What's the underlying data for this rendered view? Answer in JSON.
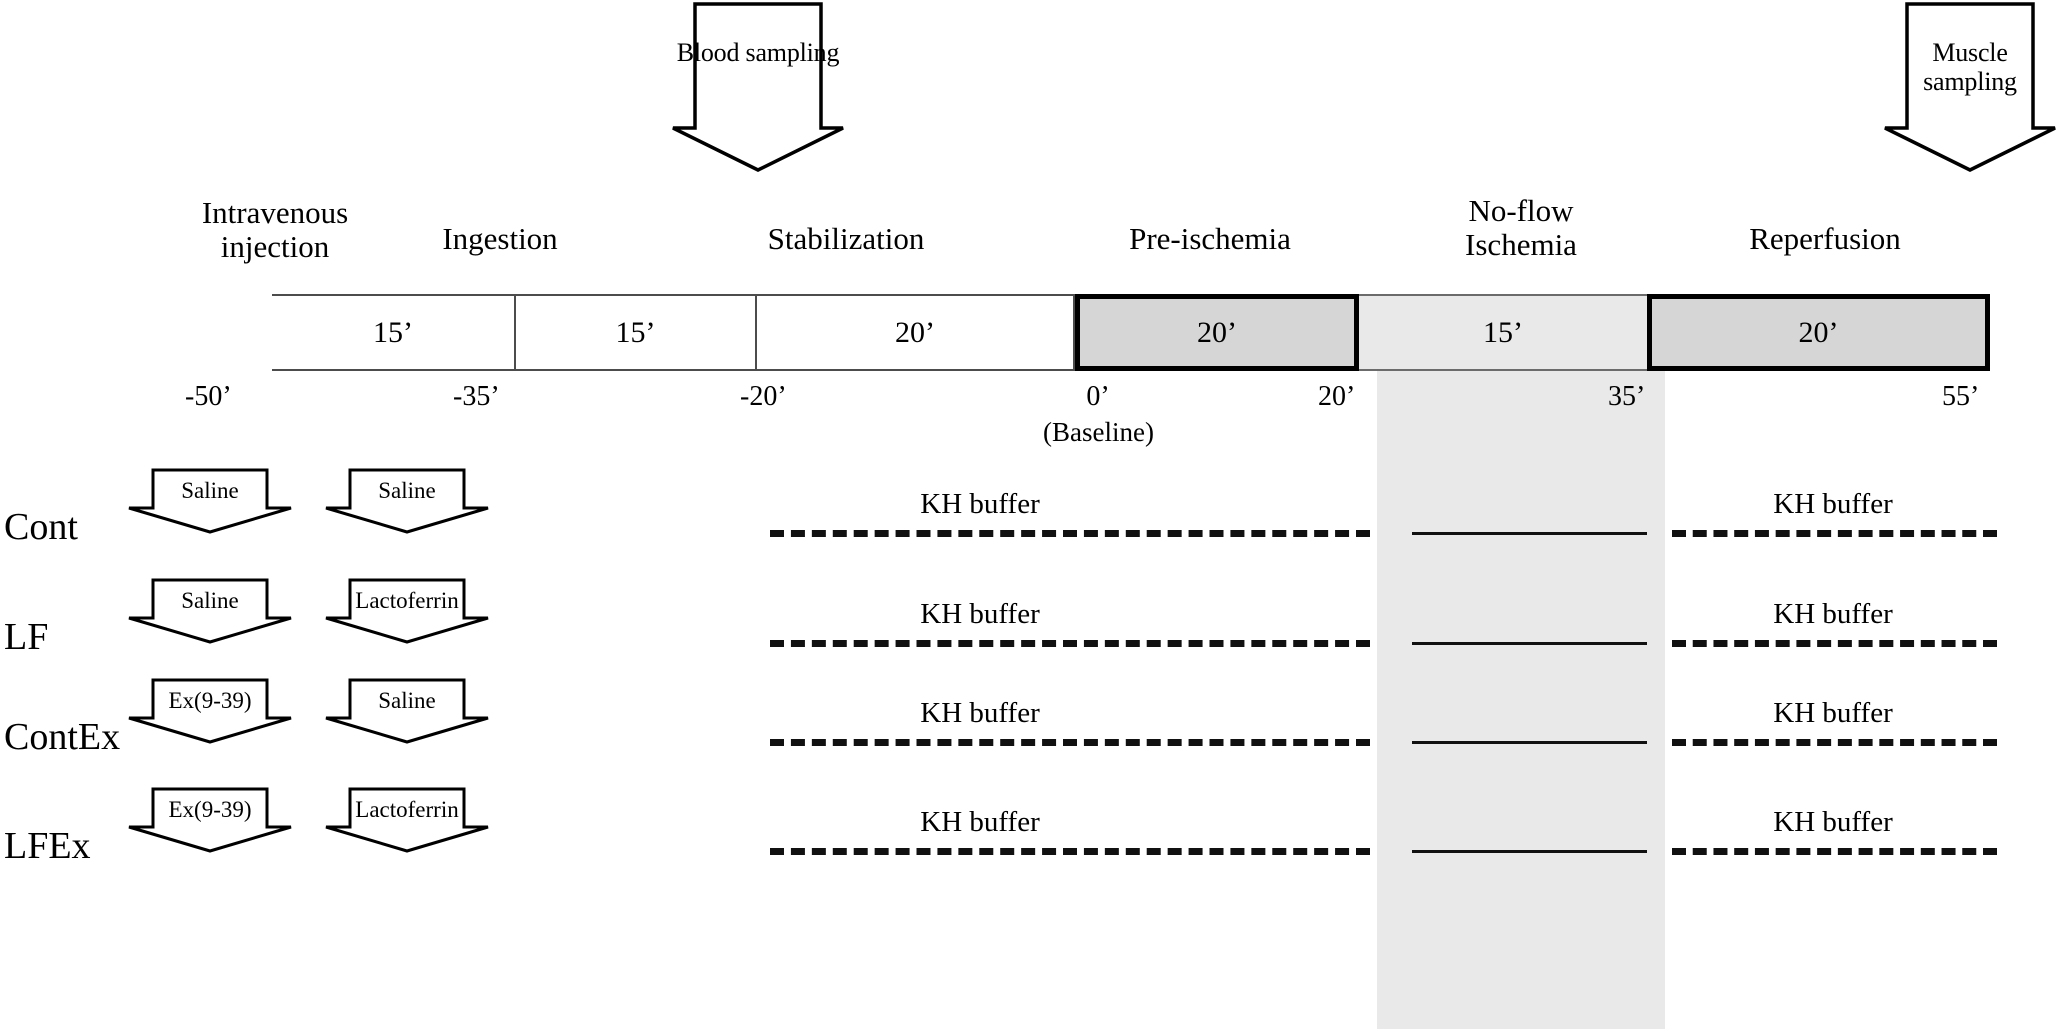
{
  "figure": {
    "title": "Experimental protocol timeline",
    "background_color": "#ffffff",
    "ischemia_band_color": "#e9e9e9"
  },
  "sampling_arrows": [
    {
      "name": "blood-sampling",
      "label": "Blood\nsampling"
    },
    {
      "name": "muscle-sampling",
      "label": "Muscle\nsampling"
    }
  ],
  "timeline": {
    "phases": [
      {
        "name": "intravenous-injection",
        "label": "Intravenous\ninjection",
        "duration": "15’",
        "style": "plain"
      },
      {
        "name": "ingestion",
        "label": "Ingestion",
        "duration": "15’",
        "style": "plain"
      },
      {
        "name": "stabilization",
        "label": "Stabilization",
        "duration": "20’",
        "style": "plain"
      },
      {
        "name": "pre-ischemia",
        "label": "Pre-ischemia",
        "duration": "20’",
        "style": "shade-dark"
      },
      {
        "name": "no-flow-ischemia",
        "label": "No-flow\nIschemia",
        "duration": "15’",
        "style": "shade-light"
      },
      {
        "name": "reperfusion",
        "label": "Reperfusion",
        "duration": "20’",
        "style": "shade-dark"
      }
    ],
    "ticks": [
      {
        "name": "tick-minus-50",
        "label": "-50’",
        "sub": ""
      },
      {
        "name": "tick-minus-35",
        "label": "-35’",
        "sub": ""
      },
      {
        "name": "tick-minus-20",
        "label": "-20’",
        "sub": ""
      },
      {
        "name": "tick-0",
        "label": "0’",
        "sub": "(Baseline)"
      },
      {
        "name": "tick-20",
        "label": "20’",
        "sub": ""
      },
      {
        "name": "tick-35",
        "label": "35’",
        "sub": ""
      },
      {
        "name": "tick-55",
        "label": "55’",
        "sub": ""
      }
    ]
  },
  "groups": [
    {
      "name": "cont",
      "label": "Cont",
      "injection": "Saline",
      "ingestion": "Saline",
      "pre_ischemia_perfusate": "KH buffer",
      "reperfusion_perfusate": "KH buffer"
    },
    {
      "name": "lf",
      "label": "LF",
      "injection": "Saline",
      "ingestion": "Lactoferrin",
      "pre_ischemia_perfusate": "KH buffer",
      "reperfusion_perfusate": "KH buffer"
    },
    {
      "name": "contex",
      "label": "ContEx",
      "injection": "Ex(9-39)",
      "ingestion": "Saline",
      "pre_ischemia_perfusate": "KH buffer",
      "reperfusion_perfusate": "KH buffer"
    },
    {
      "name": "lfex",
      "label": "LFEx",
      "injection": "Ex(9-39)",
      "ingestion": "Lactoferrin",
      "pre_ischemia_perfusate": "KH buffer",
      "reperfusion_perfusate": "KH buffer"
    }
  ]
}
